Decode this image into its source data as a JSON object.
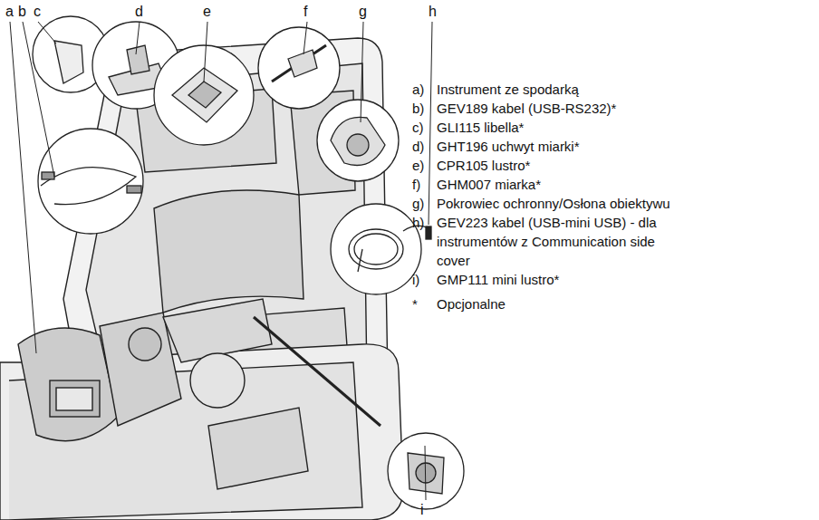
{
  "diagram": {
    "labels": [
      "a",
      "b",
      "c",
      "d",
      "e",
      "f",
      "g",
      "h",
      "i",
      "a)",
      "Instrument ze spodarką",
      "b)",
      "GEV189 kabel (USB-RS232)*",
      "c)",
      "GLI115 libella*",
      "d)",
      "GHT196 uchwyt miarki*",
      "e)",
      "CPR105 lustro*",
      "f)",
      "GHM007 miarka*",
      "g)",
      "Pokrowiec ochronny/Osłona obiektywu",
      "h)",
      "GEV223 kabel (USB-mini USB) - dla instrumentów z Communication side cover",
      "i)",
      "GMP111 mini lustro*",
      "*",
      "Opcjonalne"
    ]
  }
}
